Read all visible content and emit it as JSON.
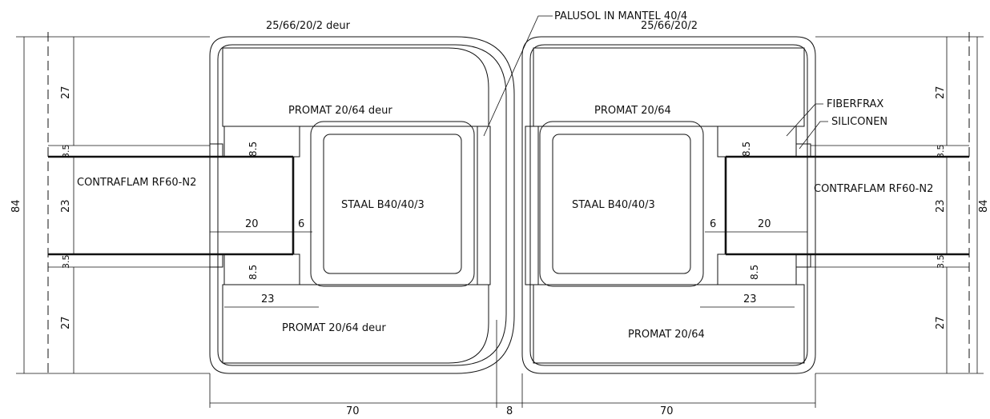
{
  "labels": {
    "casing_left": "25/66/20/2 deur",
    "casing_right": "25/66/20/2",
    "palusol": "PALUSOL IN MANTEL 40/4",
    "promat_top_left": "PROMAT 20/64 deur",
    "promat_bottom_left": "PROMAT 20/64 deur",
    "promat_top_right": "PROMAT 20/64",
    "promat_bottom_right": "PROMAT 20/64",
    "steel_left": "STAAL B40/40/3",
    "steel_right": "STAAL B40/40/3",
    "glass_left": "CONTRAFLAM RF60-N2",
    "glass_right": "CONTRAFLAM RF60-N2",
    "fiberfrax": "FIBERFRAX",
    "siliconen": "SILICONEN"
  },
  "dimensions": {
    "total_height_left": "84",
    "total_height_right": "84",
    "upper_left": "27",
    "lower_left": "27",
    "upper_right": "27",
    "lower_right": "27",
    "glass_left": "23",
    "glass_right": "23",
    "seal_top_left": "3.5",
    "seal_bottom_left": "3.5",
    "seal_top_right": "3.5",
    "seal_bottom_right": "3.5",
    "hex_top_left": "8.5",
    "hex_bottom_left": "8.5",
    "hex_top_right": "8.5",
    "hex_bottom_right": "8.5",
    "rebate_left": "20",
    "rebate_right": "20",
    "gap_left": "6",
    "gap_right": "6",
    "insert_left": "23",
    "insert_right": "23",
    "width_left": "70",
    "width_right": "70",
    "joint": "8"
  }
}
